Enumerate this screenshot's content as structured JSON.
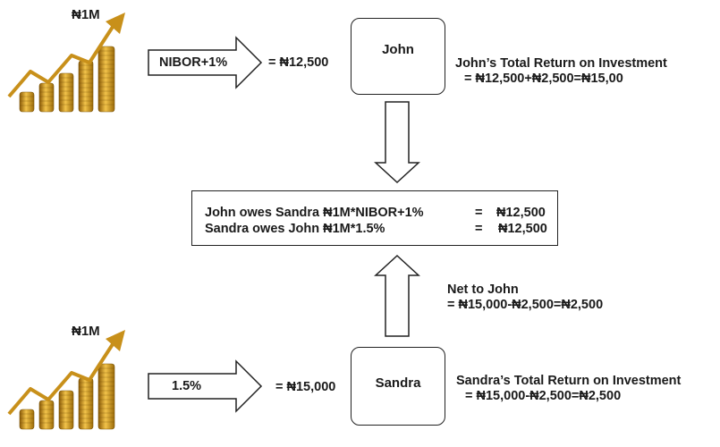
{
  "top": {
    "amount_label": "₦1M",
    "arrow_label": "NIBOR+1%",
    "equals_value": "= ₦12,500",
    "party": "John",
    "return_title": "John’s Total Return on Investment",
    "return_calc": "= ₦12,500+₦2,500=₦15,00"
  },
  "center": {
    "line1_text": "John owes Sandra ₦1M*NIBOR+1%",
    "line1_eq": "=",
    "line1_value": "₦12,500",
    "line2_text": "Sandra owes John ₦1M*1.5%",
    "line2_eq": "=",
    "line2_value": "₦12,500"
  },
  "net": {
    "title": "Net to John",
    "calc": "= ₦15,000-₦2,500=₦2,500"
  },
  "bottom": {
    "amount_label": "₦1M",
    "arrow_label": "1.5%",
    "equals_value": "= ₦15,000",
    "party": "Sandra",
    "return_title": "Sandra’s Total Return on Investment",
    "return_calc": "= ₦15,000-₦2,500=₦2,500"
  },
  "colors": {
    "coin_gold": "#d4a017",
    "coin_dark": "#a8740a",
    "growth_arrow": "#c8901a",
    "stroke": "#222222"
  }
}
